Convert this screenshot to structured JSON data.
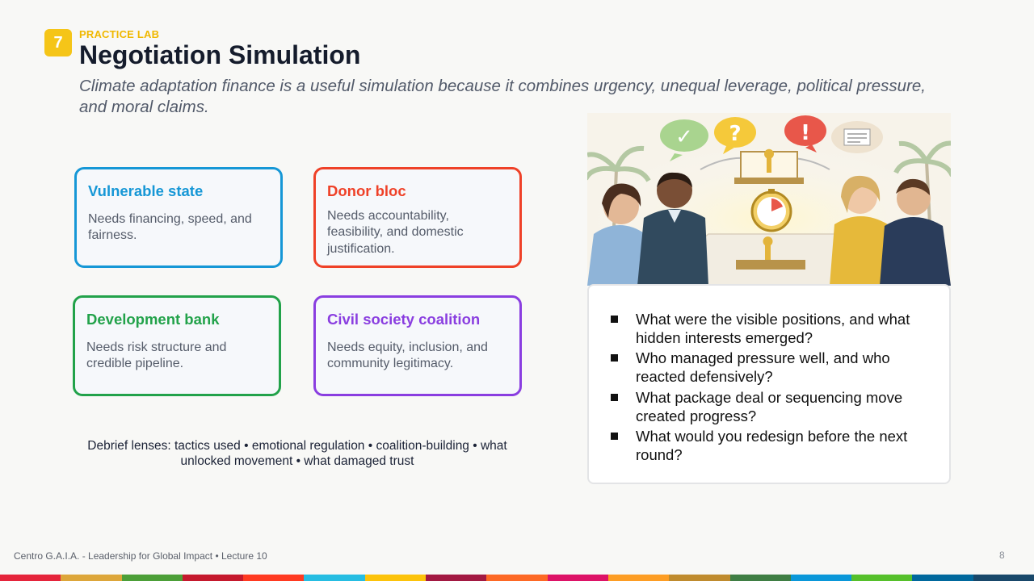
{
  "badge": "7",
  "eyebrow": "PRACTICE LAB",
  "title": "Negotiation Simulation",
  "subtitle": "Climate adaptation finance is a useful simulation because it combines urgency, unequal leverage, political pressure, and moral claims.",
  "cards": [
    {
      "title": "Vulnerable state",
      "text": "Needs financing, speed, and fairness.",
      "color": "#1697d6"
    },
    {
      "title": "Donor bloc",
      "text": "Needs accountability, feasibility, and domestic justification.",
      "color": "#ef4128"
    },
    {
      "title": "Development bank",
      "text": "Needs risk structure and credible pipeline.",
      "color": "#22a24a"
    },
    {
      "title": "Civil society coalition",
      "text": "Needs equity, inclusion, and community legitimacy.",
      "color": "#8a3ee0"
    }
  ],
  "debrief": "Debrief lenses: tactics used • emotional regulation • coalition-building • what unlocked movement • what damaged trust",
  "questions": [
    "What were the visible positions, and what hidden interests emerged?",
    "Who managed pressure well, and who reacted defensively?",
    "What package deal or sequencing move created progress?",
    "What would you redesign before the next round?"
  ],
  "illustration": {
    "bubbles": [
      "check-bubble-icon",
      "question-bubble-icon",
      "exclamation-bubble-icon",
      "document-bubble-icon"
    ],
    "bubble_marks": [
      "✓",
      "?",
      "!"
    ]
  },
  "footer": "Centro G.A.I.A. - Leadership for Global Impact • Lecture 10",
  "page_number": "8",
  "stripe_colors": [
    "#e5243b",
    "#dda63a",
    "#4c9f38",
    "#c5192d",
    "#ff3a21",
    "#26bde2",
    "#fcc30b",
    "#a21942",
    "#fd6925",
    "#dd1367",
    "#fd9d24",
    "#bf8b2e",
    "#3f7e44",
    "#0a97d9",
    "#56c02b",
    "#00689d",
    "#19486a"
  ]
}
